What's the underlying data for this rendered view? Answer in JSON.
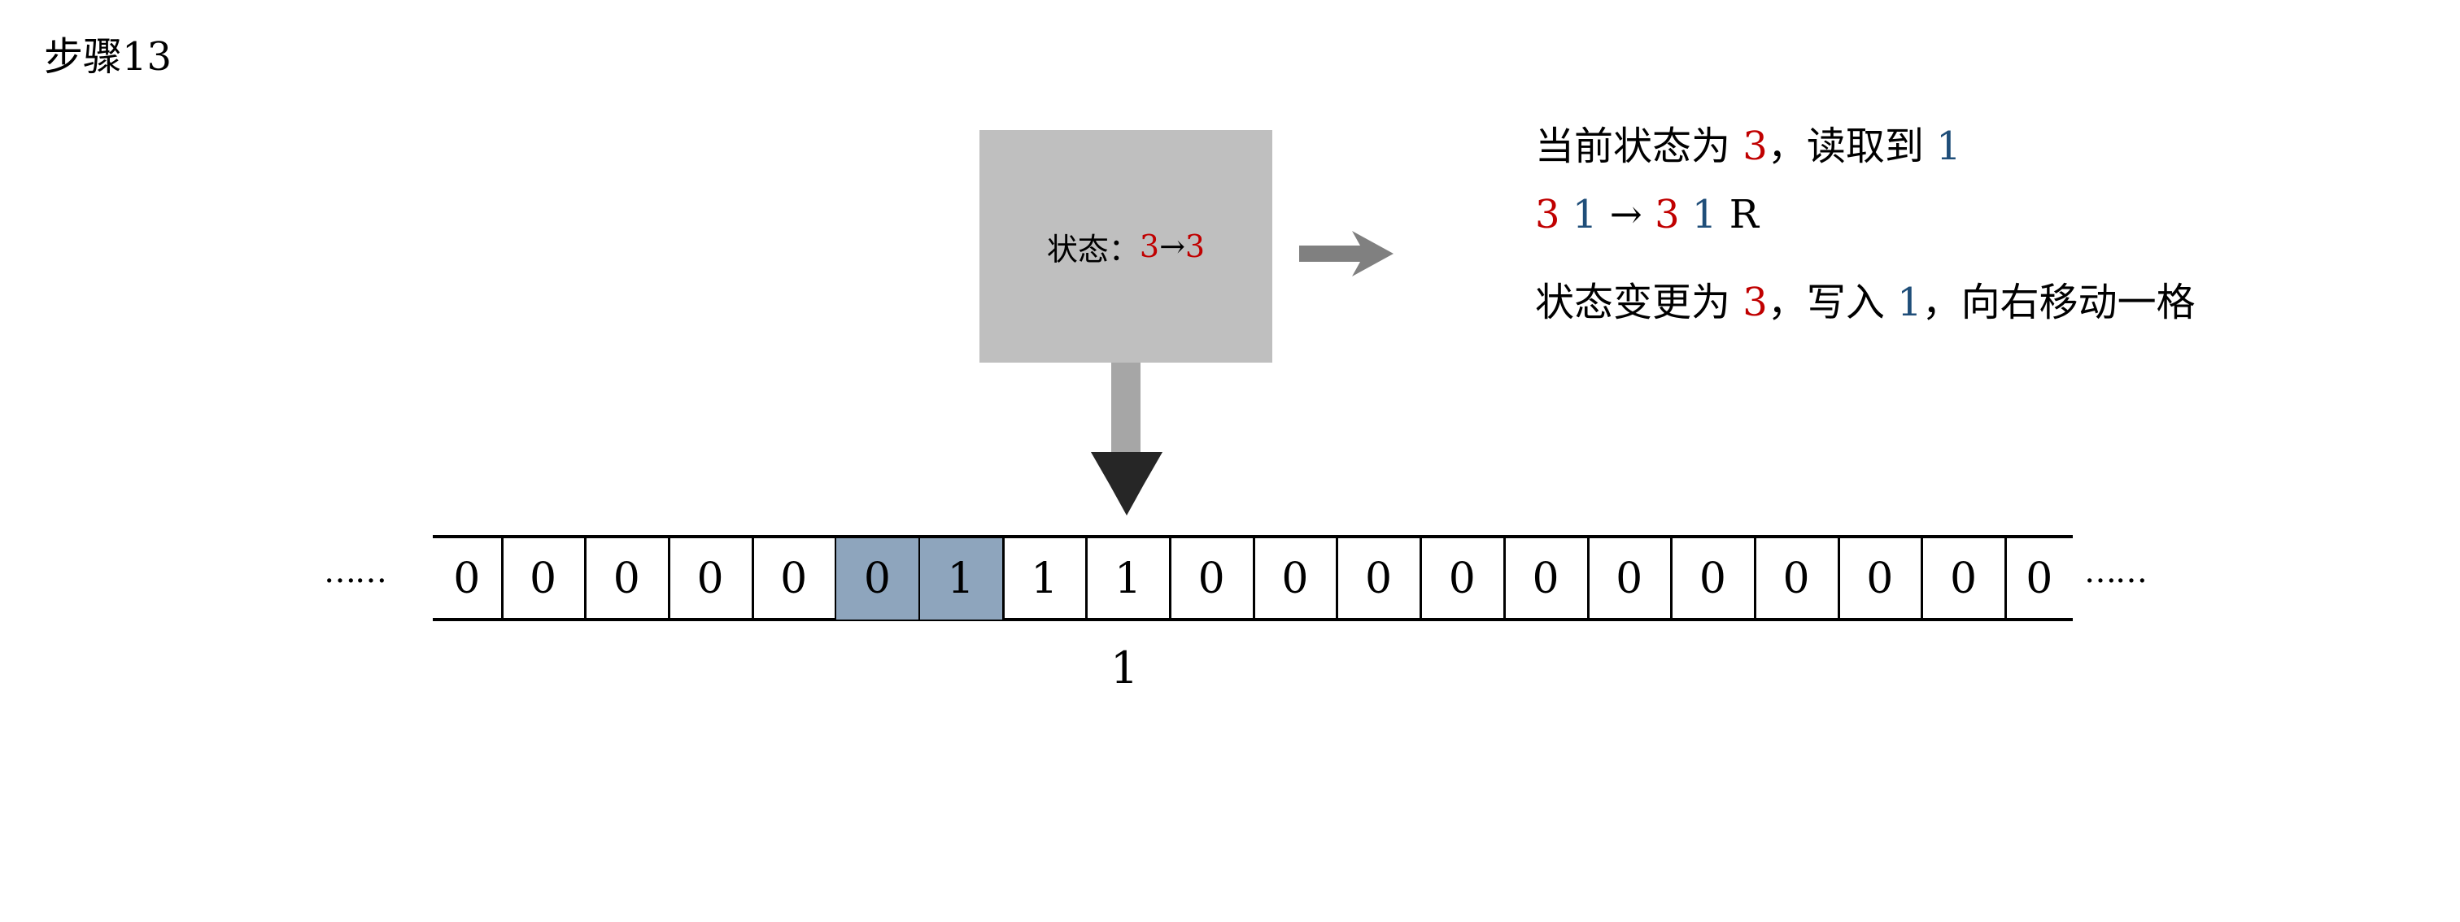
{
  "title": "步骤13",
  "state_box": {
    "label": "状态：",
    "from_state": "3",
    "arrow": "→",
    "to_state": "3"
  },
  "tape": {
    "left_ellipsis": "……",
    "right_ellipsis": "……",
    "cells": [
      "0",
      "0",
      "0",
      "0",
      "0",
      "0",
      "1",
      "1",
      "1",
      "0",
      "0",
      "0",
      "0",
      "0",
      "0",
      "0",
      "0",
      "0",
      "0",
      "0"
    ],
    "highlighted_indices": [
      5,
      6
    ],
    "highlight_color": "#8ea5bd"
  },
  "read_value": "1",
  "description": {
    "line1": {
      "prefix": "当前状态为 ",
      "state": "3",
      "middle": "，读取到 ",
      "symbol": "1"
    },
    "line2": {
      "state": "3",
      "symbol": "1",
      "arrow": " → ",
      "new_state": "3",
      "write": "1",
      "move": "R"
    },
    "line3": {
      "prefix": "状态变更为 ",
      "state": "3",
      "middle": "，写入 ",
      "symbol": "1",
      "suffix": "，向右移动一格"
    }
  },
  "colors": {
    "state": "#c00000",
    "symbol": "#1f4e79",
    "box": "#bfbfbf"
  }
}
